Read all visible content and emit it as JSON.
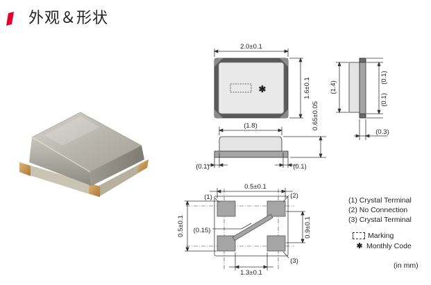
{
  "header": {
    "title": "外观＆形状",
    "accent_color": "#e4002b"
  },
  "dimensions": {
    "top_width": "2.0±0.1",
    "top_height": "1.6±0.1",
    "body_inner_width": "(1.8)",
    "height_total": "0.65±0.05",
    "side_height": "(1.4)",
    "side_terminal_top": "(0.1)",
    "side_terminal_bottom": "(0.1)",
    "side_thickness": "(0.3)",
    "front_left_offset": "(0.1)",
    "front_right_offset": "(0.1)",
    "pad_pitch_top": "0.5±0.1",
    "pad_pitch_bottom": "1.3±0.1",
    "pad_height_left": "0.5±0.1",
    "pad_height_right": "0.9±0.1",
    "trace_width": "(0.15)",
    "pin1": "(1)",
    "pin2": "(2)",
    "pin3": "(3)"
  },
  "legend": {
    "items": [
      "(1) Crystal Terminal",
      "(2) No Connection",
      "(3) Crystal Terminal"
    ],
    "marking_label": "Marking",
    "monthly_code_symbol": "✱",
    "monthly_code_label": "Monthly Code",
    "units": "(in mm)"
  },
  "colors": {
    "pad": "#a5a5a5",
    "body_fill": "#e6e6e6",
    "body_dark": "#5a5a5a",
    "line": "#333333"
  }
}
